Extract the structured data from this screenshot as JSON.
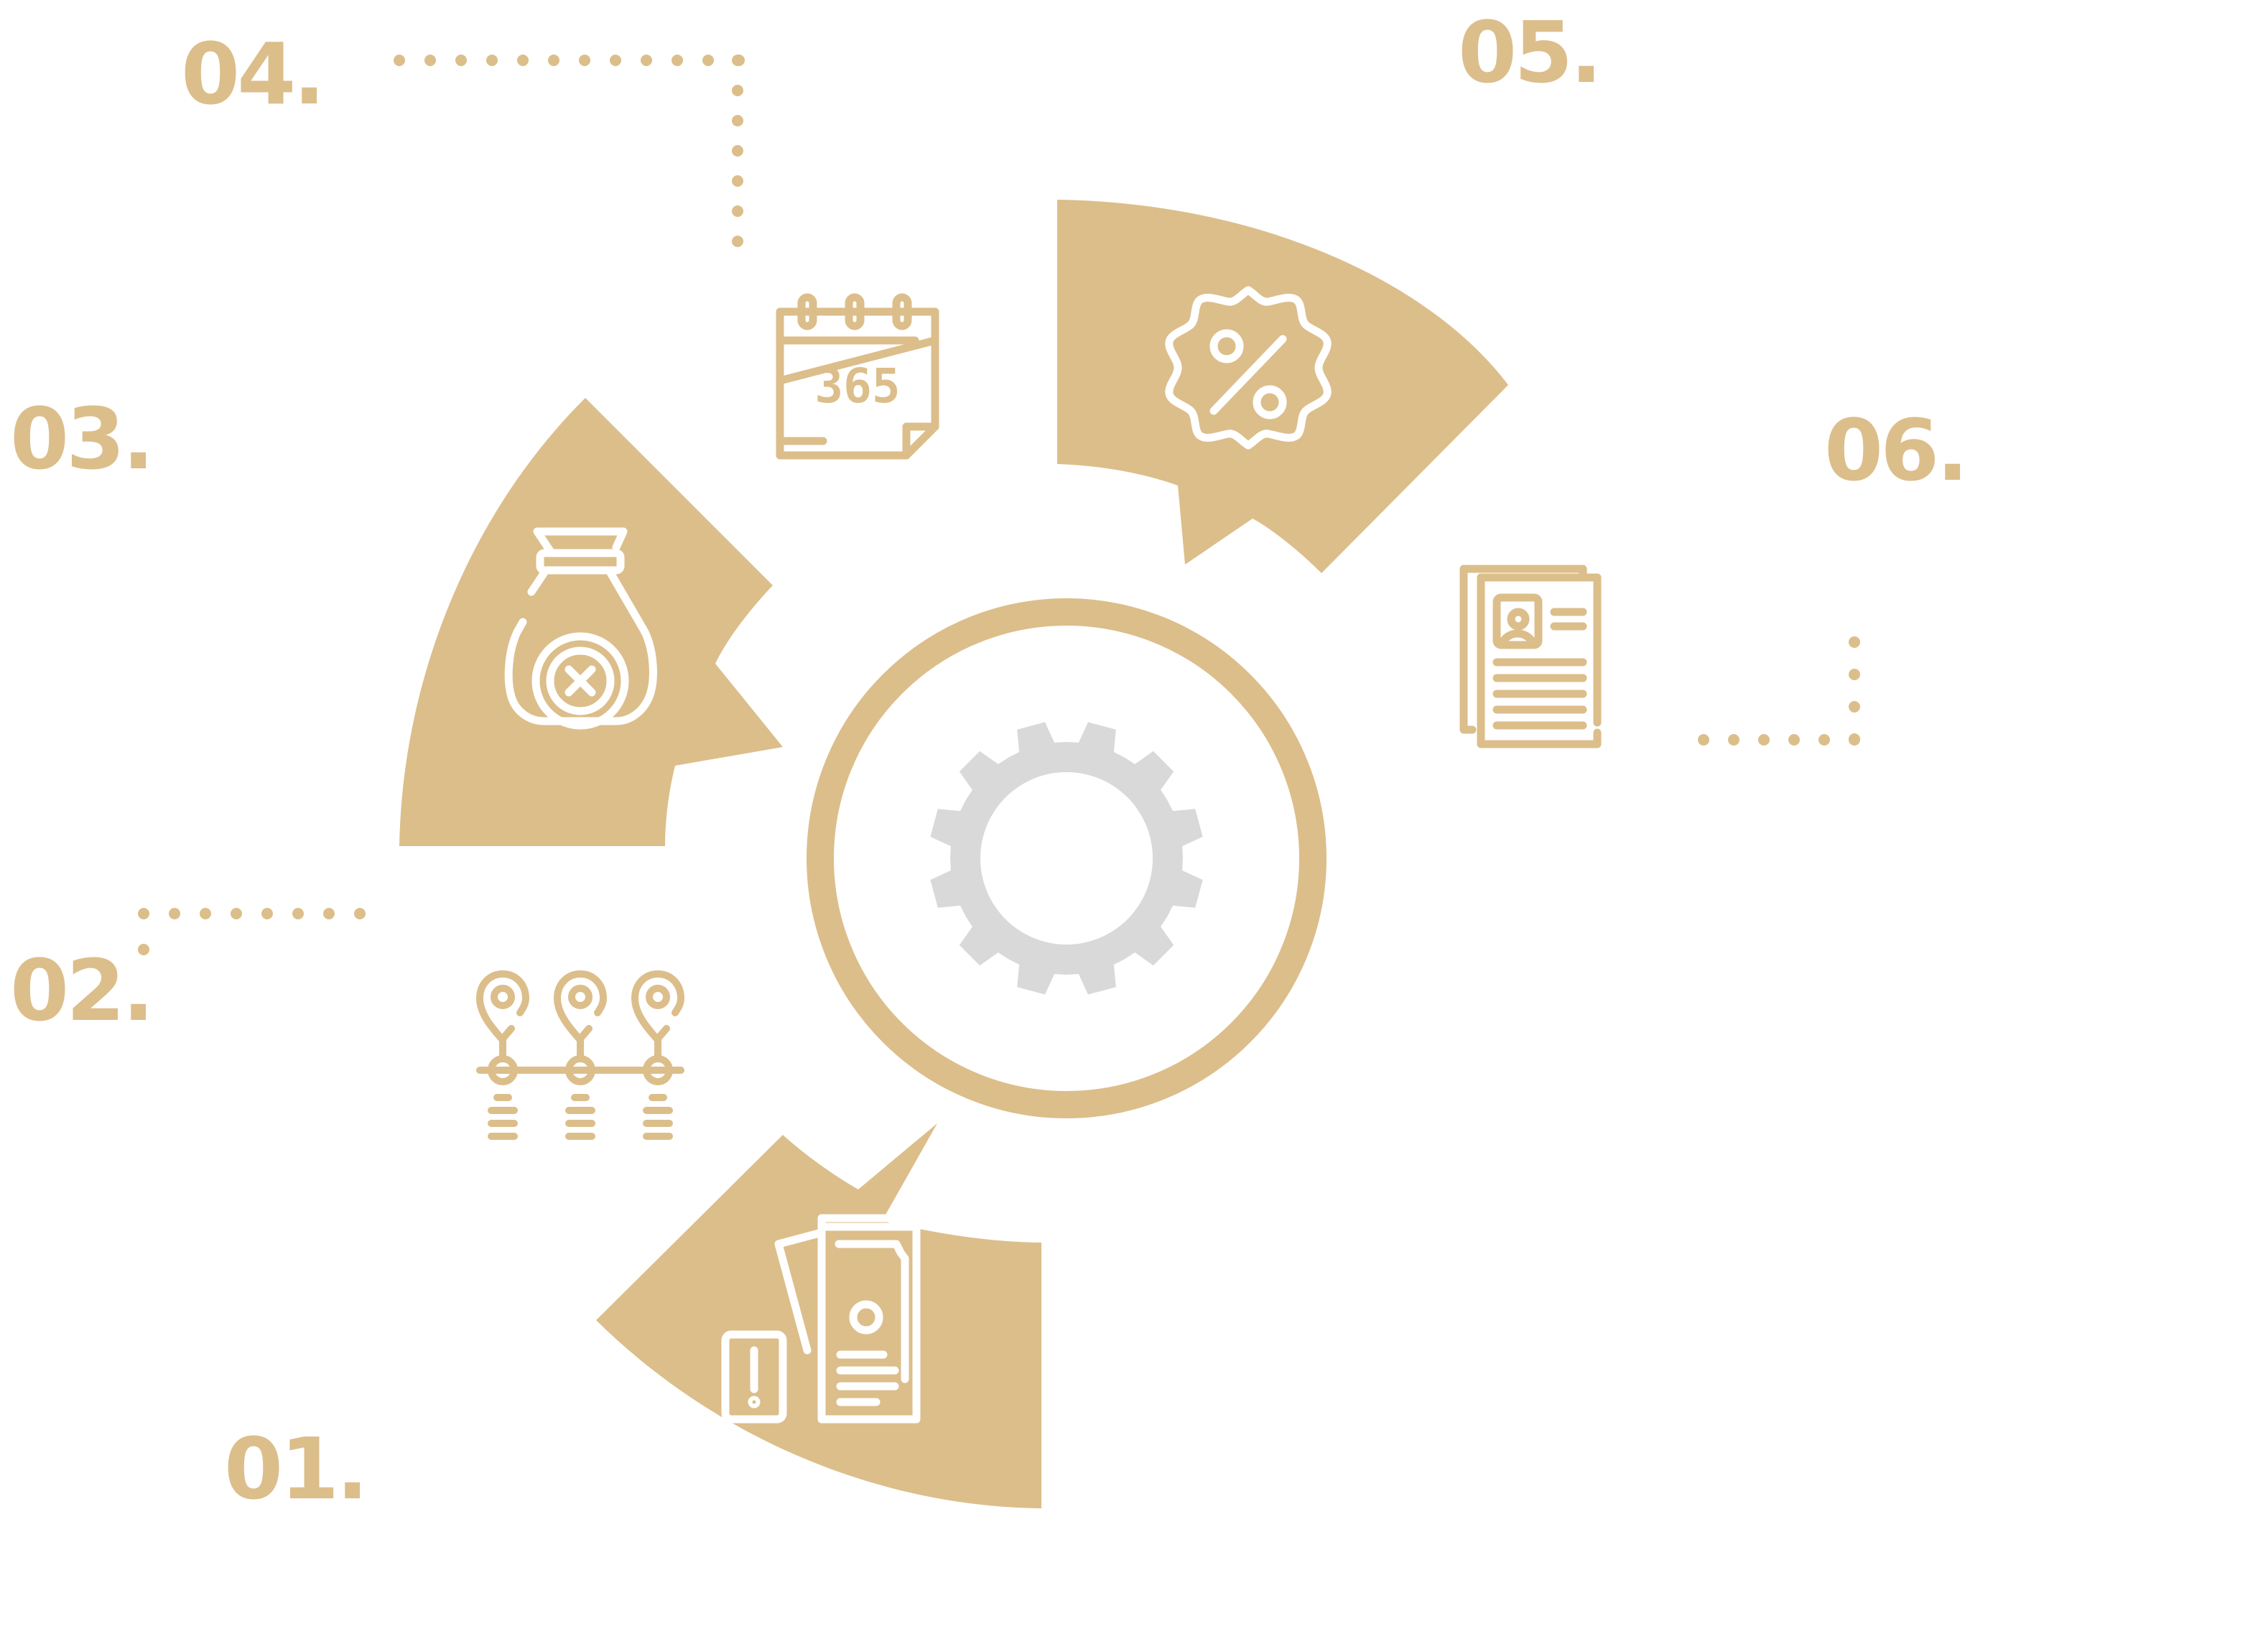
{
  "colors": {
    "accent": "#dcbe8b",
    "gear": "#d9d9d9",
    "background": "#ffffff",
    "icon_on_segment": "#ffffff"
  },
  "steps": [
    {
      "number": "01.",
      "icon": "money-wallet-card-icon",
      "style": "segment"
    },
    {
      "number": "02.",
      "icon": "location-pins-timeline-icon",
      "style": "outline"
    },
    {
      "number": "03.",
      "icon": "money-bag-cancel-icon",
      "style": "segment"
    },
    {
      "number": "04.",
      "icon": "calendar-365-icon",
      "style": "outline"
    },
    {
      "number": "05.",
      "icon": "discount-percent-badge-icon",
      "style": "segment"
    },
    {
      "number": "06.",
      "icon": "documents-id-card-icon",
      "style": "outline"
    }
  ],
  "center": {
    "icon": "gear-icon"
  }
}
